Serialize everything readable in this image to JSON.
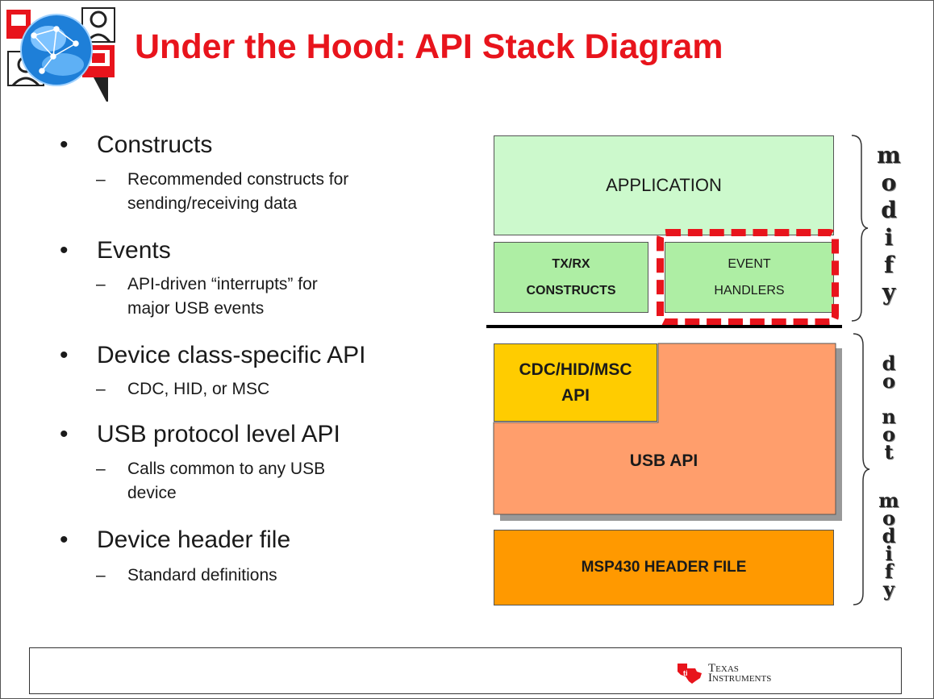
{
  "header": {
    "title": "Under the Hood: API Stack Diagram",
    "logo_icon": "globe-with-people-network-icon"
  },
  "bullets": [
    {
      "label": "Constructs",
      "sub": [
        "Recommended constructs for",
        "sending/receiving data"
      ]
    },
    {
      "label": "Events",
      "sub": [
        "API-driven “interrupts” for",
        "major USB events"
      ]
    },
    {
      "label": "Device class-specific API",
      "sub": [
        "CDC, HID, or MSC"
      ]
    },
    {
      "label": "USB protocol level API",
      "sub": [
        "Calls common to any USB",
        "device"
      ]
    },
    {
      "label": "Device header file",
      "sub": [
        "Standard definitions"
      ]
    }
  ],
  "diagram": {
    "application": "APPLICATION",
    "txrx": [
      "TX/RX",
      "CONSTRUCTS"
    ],
    "event_handlers": [
      "EVENT",
      "HANDLERS"
    ],
    "cdc_api": [
      "CDC/HID/MSC",
      "API"
    ],
    "usb_api": "USB API",
    "header_file": "MSP430 HEADER FILE",
    "modify_label": "modify",
    "do_not_modify_label": [
      "do",
      "not",
      "modify"
    ],
    "colors": {
      "application": "#ccf9cc",
      "green_blocks": "#aeeea4",
      "cdc": "#ffcc00",
      "usb": "#ff9e6c",
      "header": "#ff9900",
      "highlight": "#e8141c"
    }
  },
  "footer": {
    "brand_line1": "Texas",
    "brand_line2": "Instruments"
  }
}
